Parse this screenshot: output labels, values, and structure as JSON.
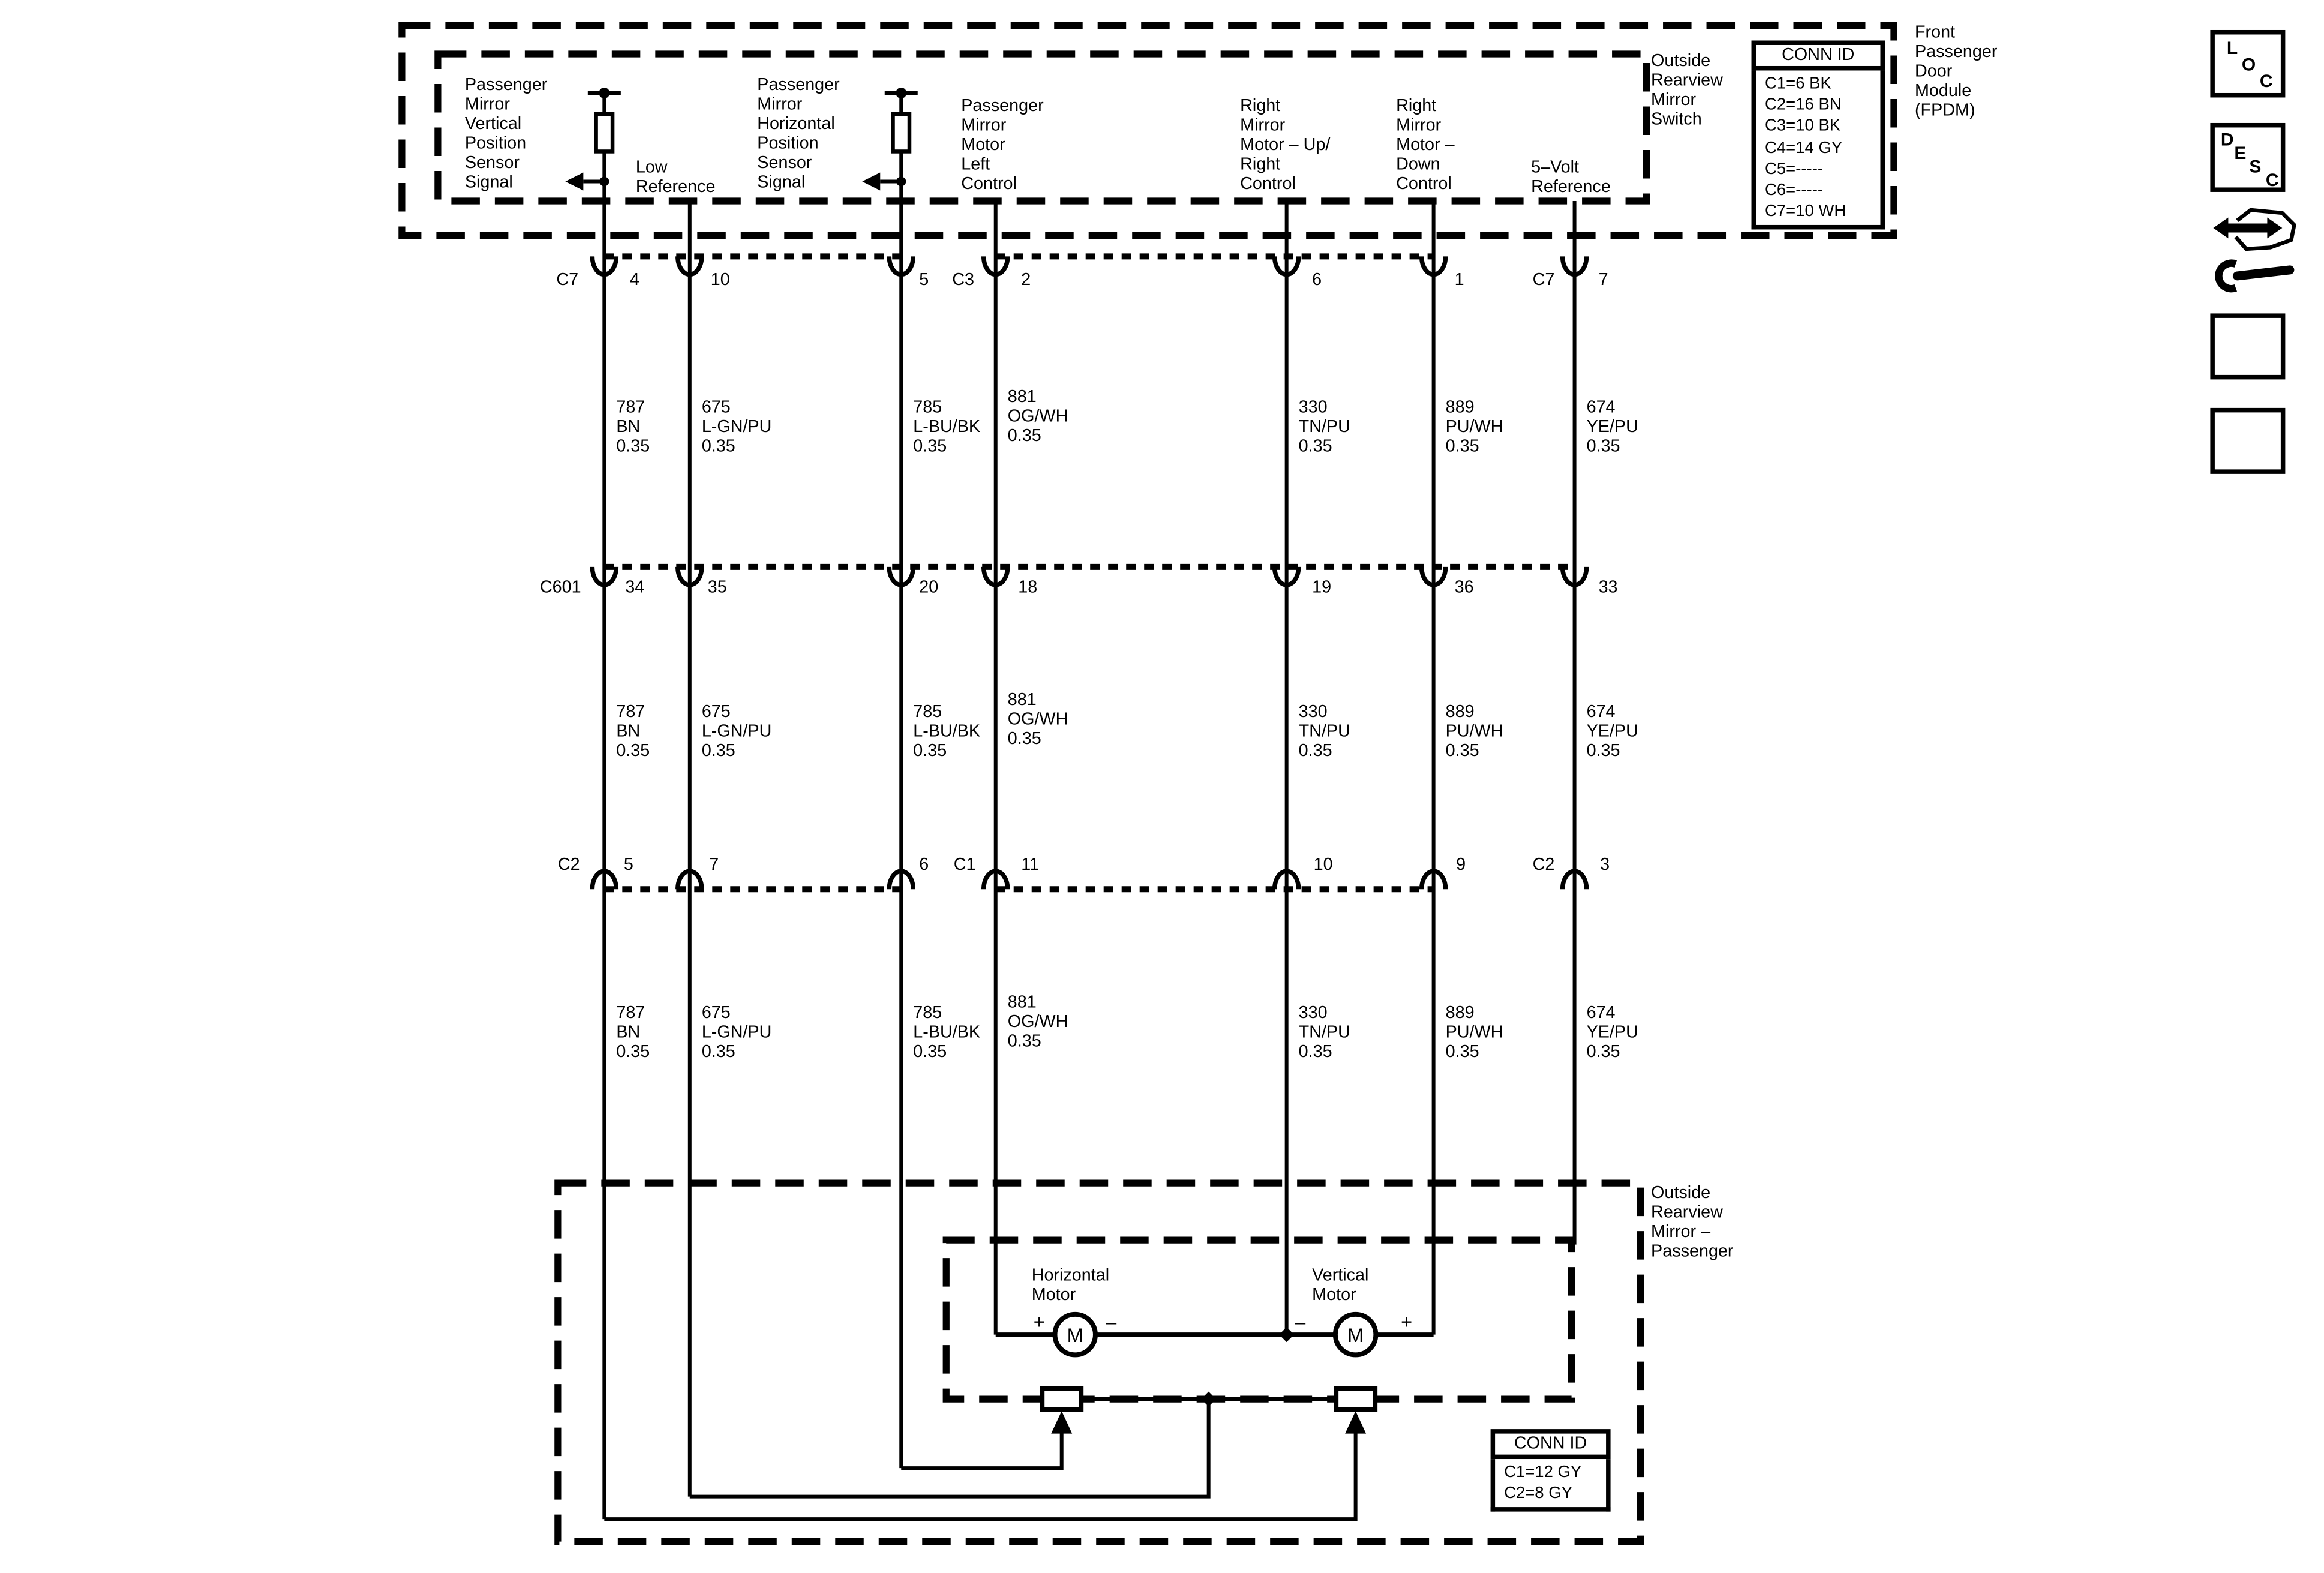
{
  "colors": {
    "ink": "#000000",
    "background": "#ffffff"
  },
  "module": {
    "name_label": "Front\nPassenger\nDoor\nModule\n(FPDM)",
    "switch_label": "Outside\nRearview\nMirror\nSwitch",
    "conn_id": {
      "title": "CONN ID",
      "rows": [
        "C1=6 BK",
        "C2=16 BN",
        "C3=10 BK",
        "C4=14 GY",
        "C5=-----",
        "C6=-----",
        "C7=10 WH"
      ]
    }
  },
  "mirror": {
    "name_label": "Outside\nRearview\nMirror –\nPassenger",
    "horizontal_motor_label": "Horizontal\nMotor",
    "vertical_motor_label": "Vertical\nMotor",
    "motor_symbol": "M",
    "polarity": {
      "h_left": "+",
      "h_right": "–",
      "v_left": "–",
      "v_right": "+"
    },
    "conn_id": {
      "title": "CONN ID",
      "rows": [
        "C1=12 GY",
        "C2=8 GY"
      ]
    }
  },
  "signals": [
    "Passenger\nMirror\nVertical\nPosition\nSensor\nSignal",
    "Low\nReference",
    "Passenger\nMirror\nHorizontal\nPosition\nSensor\nSignal",
    "Passenger\nMirror\nMotor\nLeft\nControl",
    "Right\nMirror\nMotor – Up/\nRight\nControl",
    "Right\nMirror\nMotor –\nDown\nControl",
    "5–Volt\nReference"
  ],
  "rows": {
    "row1": {
      "conn_left": "C7",
      "conn_mid": "C3",
      "conn_right": "C7",
      "pins": [
        "4",
        "10",
        "5",
        "2",
        "6",
        "1",
        "7"
      ]
    },
    "row2": {
      "conn_left": "C601",
      "pins": [
        "34",
        "35",
        "20",
        "18",
        "19",
        "36",
        "33"
      ]
    },
    "row3": {
      "conn_left": "C2",
      "conn_mid": "C1",
      "conn_right": "C2",
      "pins": [
        "5",
        "7",
        "6",
        "11",
        "10",
        "9",
        "3"
      ]
    }
  },
  "wires": [
    {
      "circuit": "787",
      "color": "BN",
      "size": "0.35"
    },
    {
      "circuit": "675",
      "color": "L-GN/PU",
      "size": "0.35"
    },
    {
      "circuit": "785",
      "color": "L-BU/BK",
      "size": "0.35"
    },
    {
      "circuit": "881",
      "color": "OG/WH",
      "size": "0.35"
    },
    {
      "circuit": "330",
      "color": "TN/PU",
      "size": "0.35"
    },
    {
      "circuit": "889",
      "color": "PU/WH",
      "size": "0.35"
    },
    {
      "circuit": "674",
      "color": "YE/PU",
      "size": "0.35"
    }
  ],
  "sidebar": {
    "loc_letters": [
      "L",
      "O",
      "C"
    ],
    "desc_letters": [
      "D",
      "E",
      "S",
      "C"
    ]
  }
}
